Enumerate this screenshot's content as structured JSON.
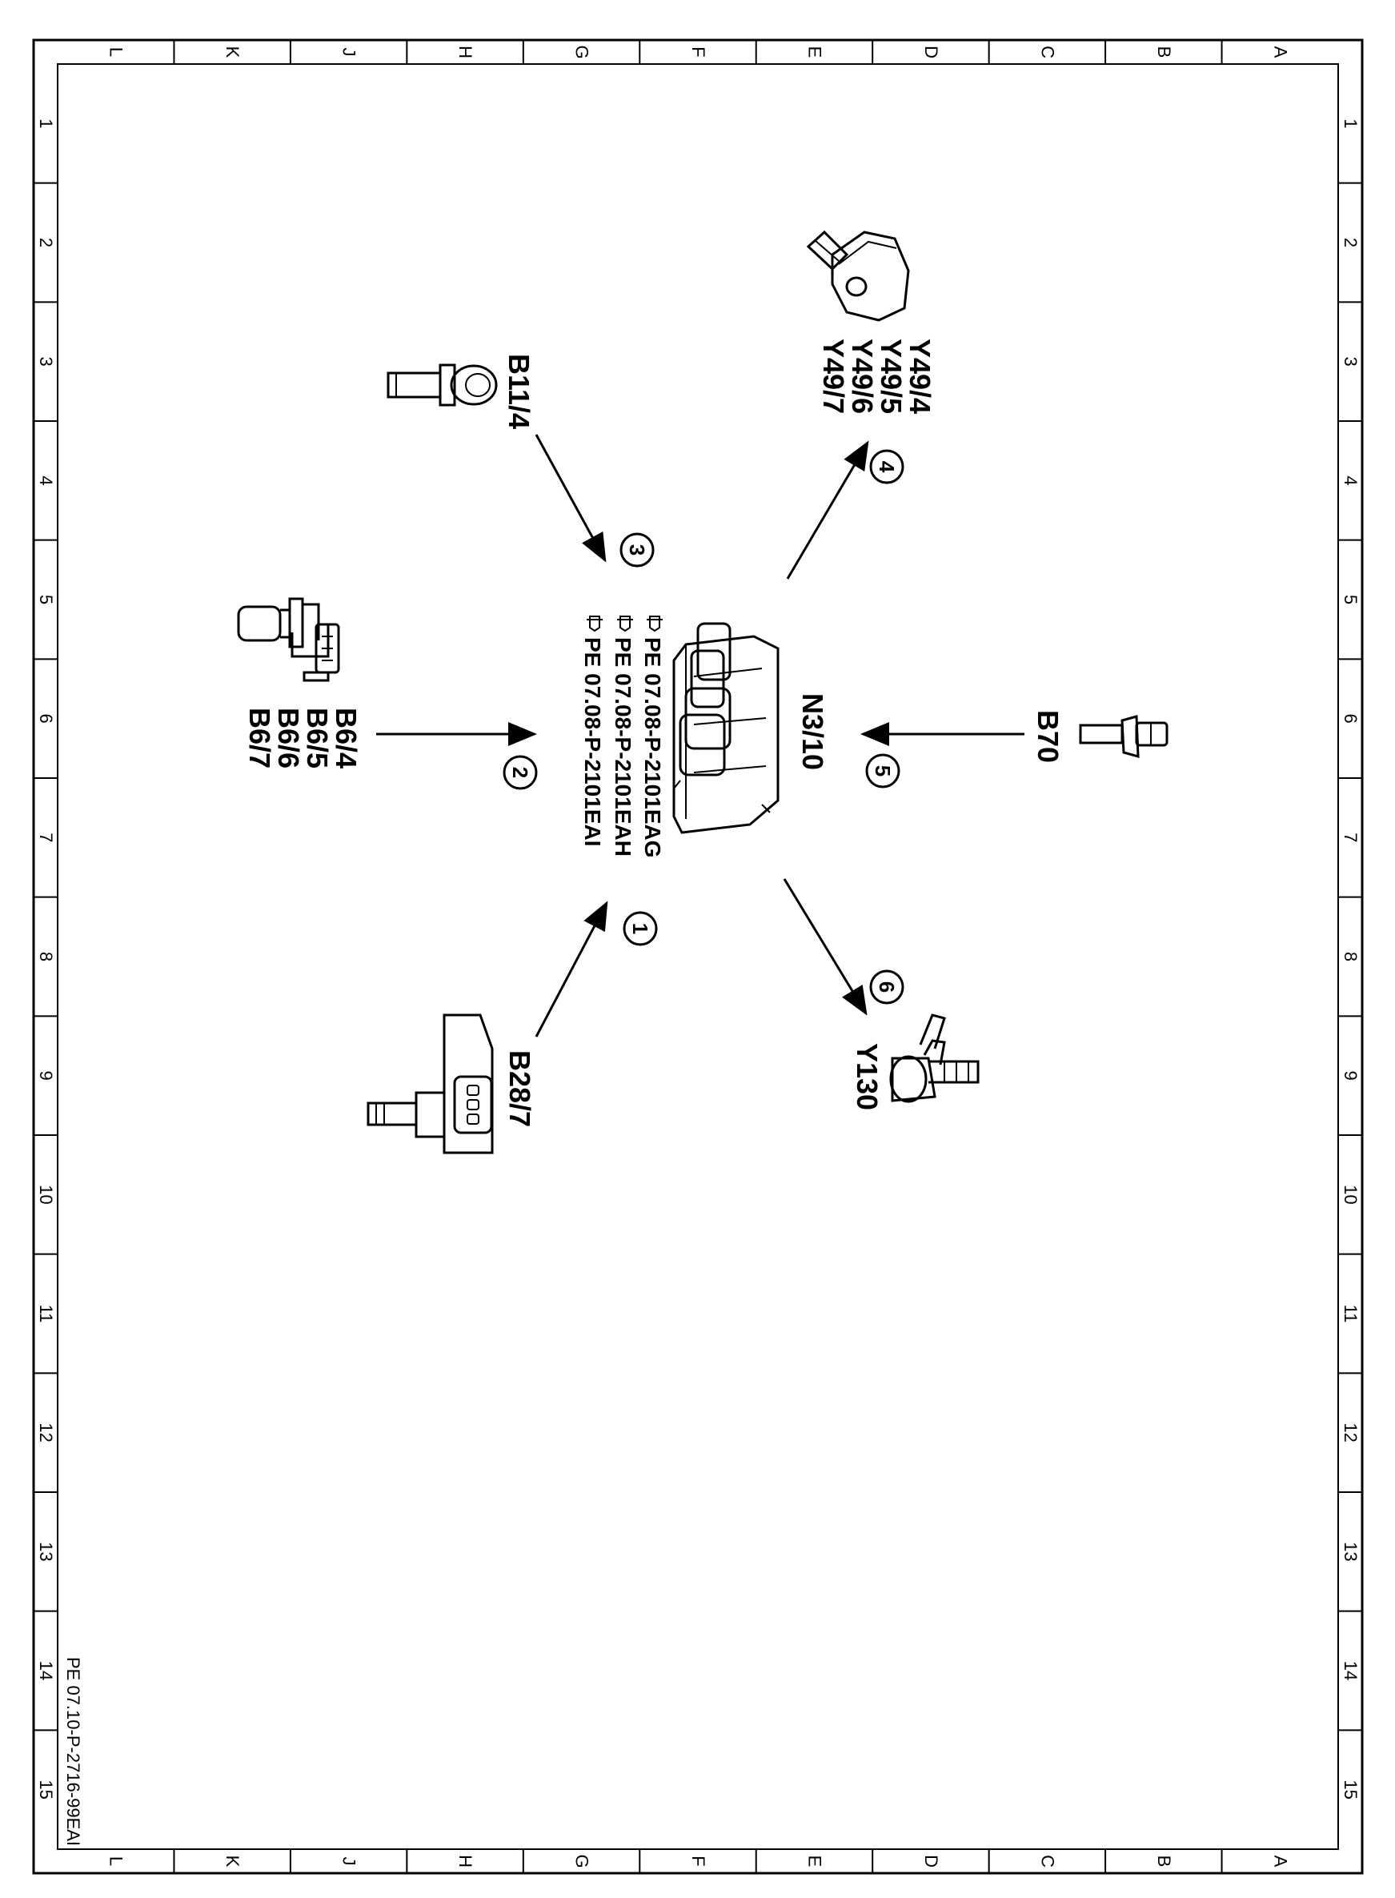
{
  "frame": {
    "letters": [
      "L",
      "K",
      "J",
      "H",
      "G",
      "F",
      "E",
      "D",
      "C",
      "B",
      "A"
    ],
    "numbers": [
      "1",
      "2",
      "3",
      "4",
      "5",
      "6",
      "7",
      "8",
      "9",
      "10",
      "11",
      "12",
      "13",
      "14",
      "15"
    ]
  },
  "center": {
    "label": "N3/10"
  },
  "references": [
    "PE 07.08-P-2101EAG",
    "PE 07.08-P-2101EAH",
    "PE 07.08-P-2101EAI"
  ],
  "components": [
    {
      "id": "b28",
      "number": "1",
      "labels": [
        "B28/7"
      ]
    },
    {
      "id": "b6",
      "number": "2",
      "labels": [
        "B6/4",
        "B6/5",
        "B6/6",
        "B6/7"
      ]
    },
    {
      "id": "b11",
      "number": "3",
      "labels": [
        "B11/4"
      ]
    },
    {
      "id": "y49",
      "number": "4",
      "labels": [
        "Y49/4",
        "Y49/5",
        "Y49/6",
        "Y49/7"
      ]
    },
    {
      "id": "b70",
      "number": "5",
      "labels": [
        "B70"
      ]
    },
    {
      "id": "y130",
      "number": "6",
      "labels": [
        "Y130"
      ]
    }
  ],
  "document_id": "PE 07.10-P-2716-99EAI"
}
